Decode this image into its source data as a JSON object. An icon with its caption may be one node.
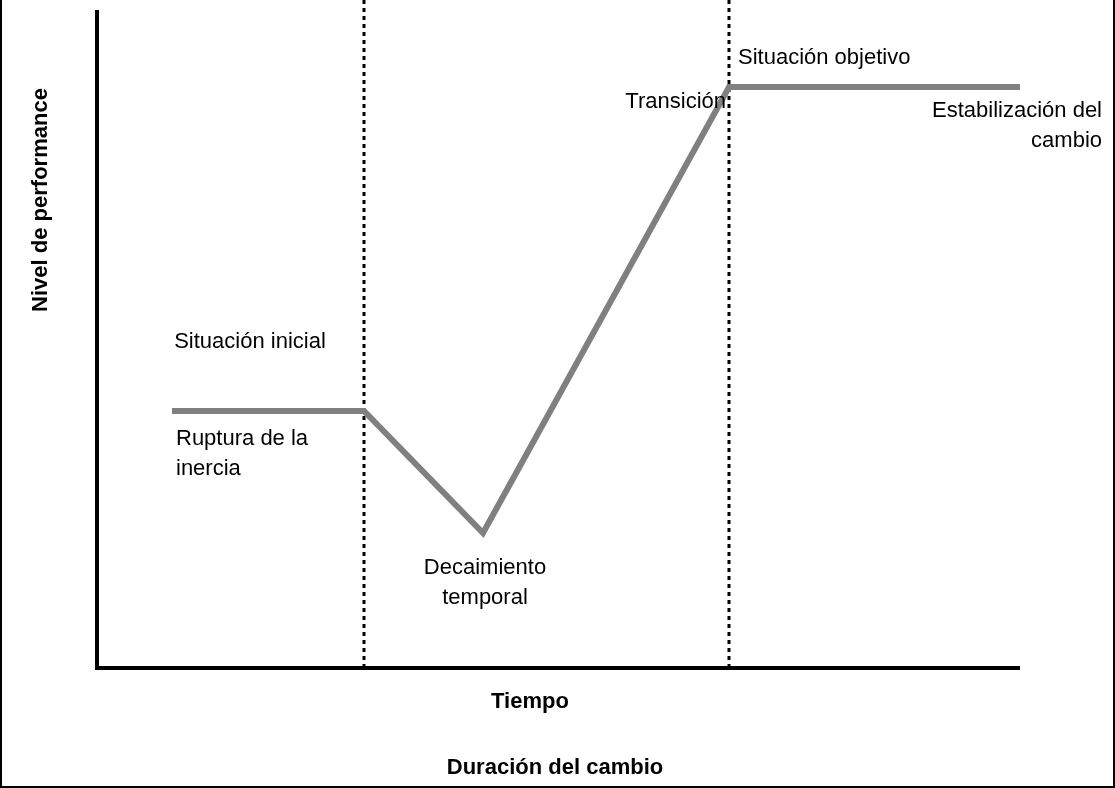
{
  "diagram": {
    "labels": [
      "Nivel de performance",
      "Situación objetivo",
      "Transición",
      "Estabilización del cambio",
      "Situación inicial",
      "Ruptura de la inercia",
      "Decaimiento temporal",
      "Tiempo",
      "Duración del cambio"
    ]
  }
}
